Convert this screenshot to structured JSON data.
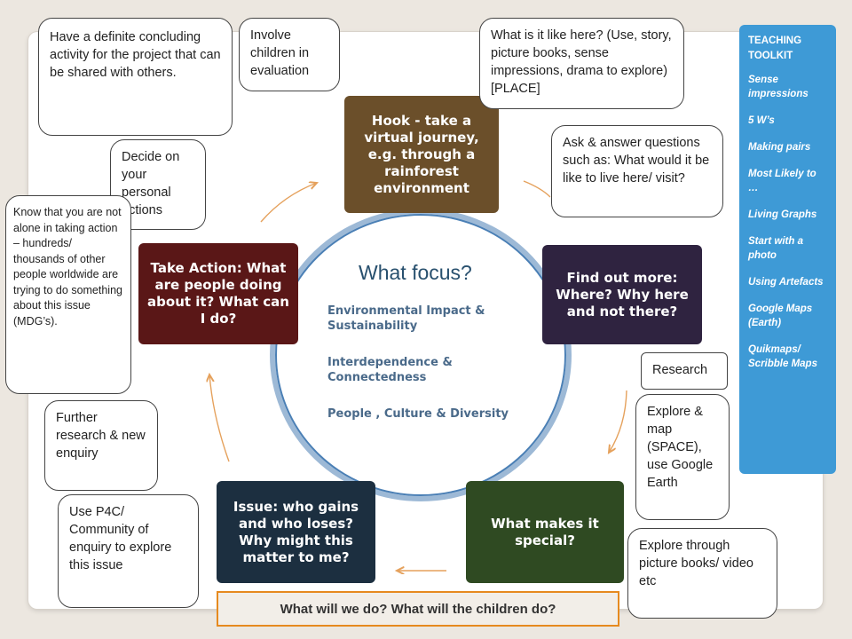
{
  "center": {
    "title": "What focus?",
    "themes": [
      "Environmental Impact & Sustainability",
      "Interdependence & Connectedness",
      "People , Culture & Diversity"
    ]
  },
  "stages": {
    "hook": "Hook - take a virtual journey, e.g. through a rainforest environment",
    "find_out": "Find out more: Where? Why here and not there?",
    "special": "What makes it special?",
    "issue": "Issue: who gains and who loses? Why might this matter to me?",
    "action": "Take Action: What are people doing about it? What can I do?"
  },
  "notes": {
    "concluding": "Have a definite concluding activity for the project that can be shared with others.",
    "evaluation": "Involve children in evaluation",
    "what_like": "What is it like here? (Use, story, picture books, sense impressions, drama to explore) [PLACE]",
    "ask_answer": "Ask & answer questions such as: What would it be like to live here/ visit?",
    "decide": "Decide on your personal actions",
    "not_alone": "Know that you are not alone in taking action – hundreds/ thousands of other people worldwide are trying to do something about this issue (MDG’s).",
    "research": "Research",
    "explore_map": "Explore & map (SPACE), use Google Earth",
    "further": "Further research & new enquiry",
    "p4c": "Use P4C/ Community of enquiry to explore this issue",
    "picture_books": "Explore through picture books/ video etc"
  },
  "toolkit": {
    "title": "TEACHING TOOLKIT",
    "items": [
      "Sense impressions",
      "5 W’s",
      "Making pairs",
      "Most Likely to …",
      "Living Graphs",
      "Start with a photo",
      "Using Artefacts",
      "Google Maps (Earth)",
      "Quikmaps/ Scribble Maps"
    ]
  },
  "banner": "What will we do?  What will the children do?",
  "colors": {
    "hook": "#6b4f2a",
    "find_out": "#2f2340",
    "special": "#2f4a22",
    "issue": "#1c2f40",
    "action": "#5a1717",
    "arrow": "#e5a15c",
    "toolkit": "#3e9ad6",
    "circle": "#4a7fb5"
  }
}
